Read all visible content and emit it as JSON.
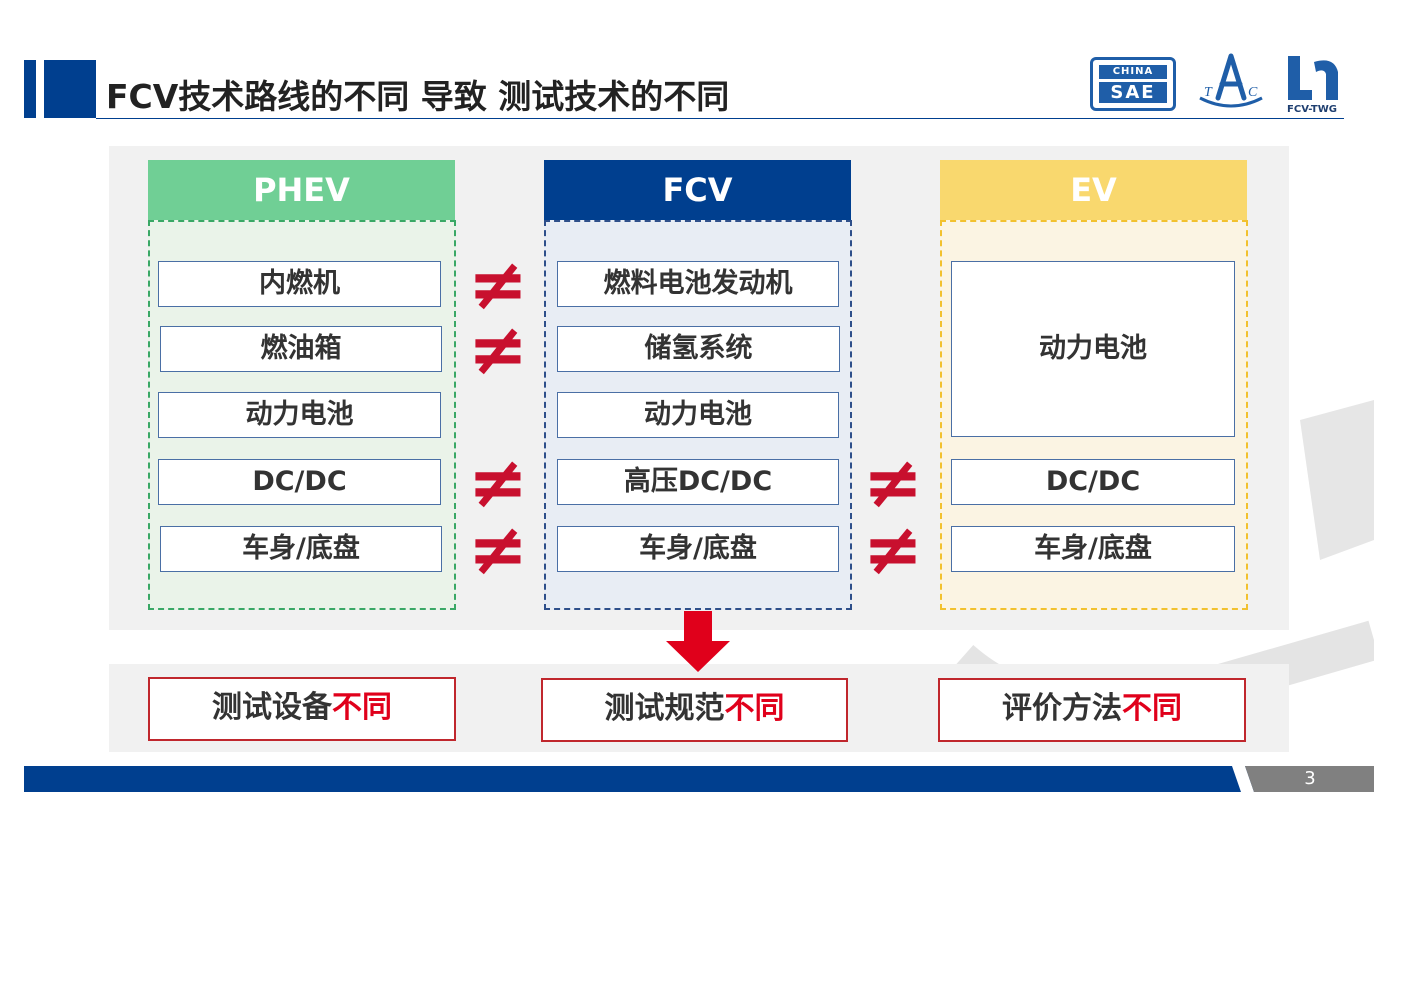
{
  "title": "FCV技术路线的不同 导致 测试技术的不同",
  "logos": {
    "sae_top": "CHINA",
    "sae_bottom": "SAE",
    "fcv": "FCV-TWG"
  },
  "columns": {
    "phev": {
      "header": "PHEV",
      "items": [
        "内燃机",
        "燃油箱",
        "动力电池",
        "DC/DC",
        "车身/底盘"
      ]
    },
    "fcv": {
      "header": "FCV",
      "items": [
        "燃料电池发动机",
        "储氢系统",
        "动力电池",
        "高压DC/DC",
        "车身/底盘"
      ]
    },
    "ev": {
      "header": "EV",
      "items": [
        "动力电池",
        "DC/DC",
        "车身/底盘"
      ]
    }
  },
  "neq_symbol": "≠",
  "results": [
    {
      "prefix": "测试设备",
      "suffix": "不同"
    },
    {
      "prefix": "测试规范",
      "suffix": "不同"
    },
    {
      "prefix": "评价方法",
      "suffix": "不同"
    }
  ],
  "page_number": "3",
  "colors": {
    "phev": "#70cf95",
    "fcv": "#003f8f",
    "ev": "#f9d86e",
    "neq": "#c8102e",
    "accent_red": "#e0001b",
    "brand_blue": "#003f8f"
  }
}
